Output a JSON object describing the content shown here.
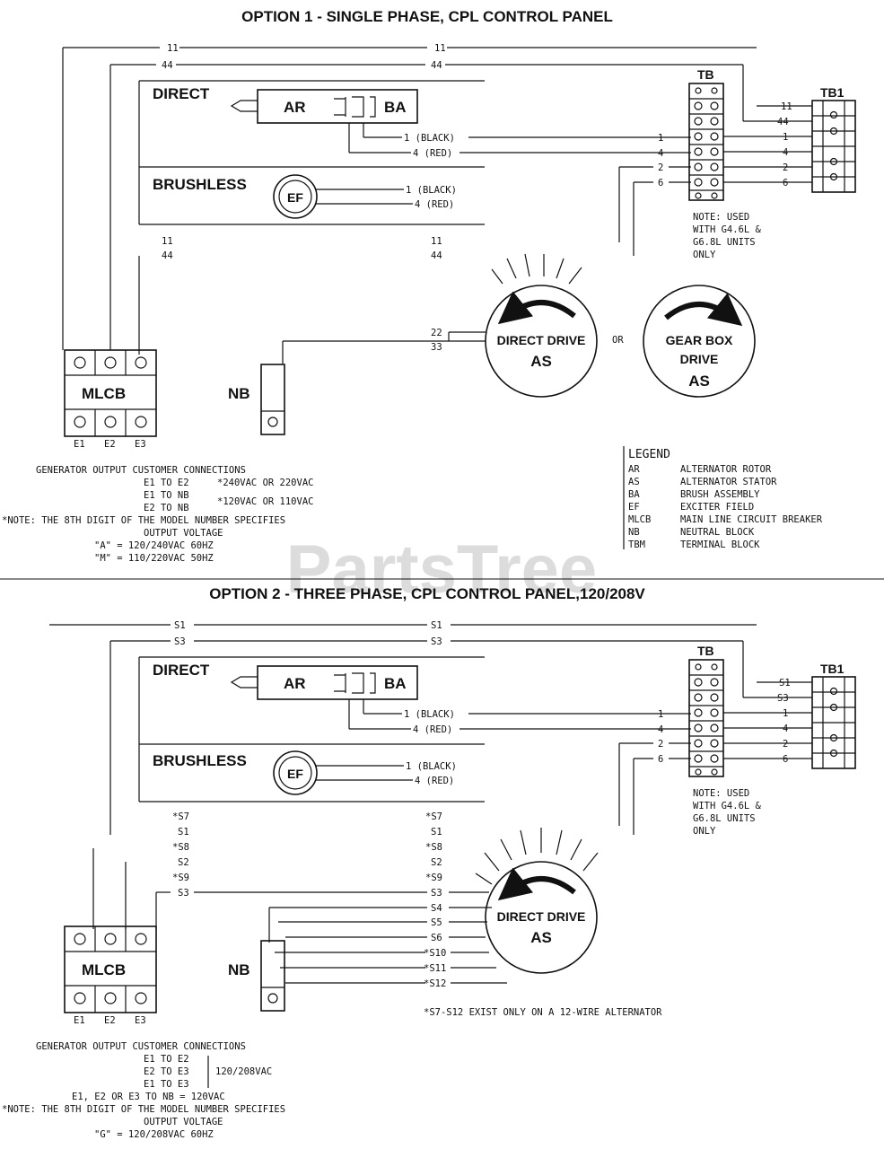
{
  "watermark": "PartsTree",
  "option1": {
    "title": "OPTION 1 - SINGLE PHASE, CPL CONTROL PANEL",
    "direct": "DIRECT",
    "brushless": "BRUSHLESS",
    "ar": "AR",
    "ba": "BA",
    "ef": "EF",
    "tb": "TB",
    "tb1": "TB1",
    "mlcb": "MLCB",
    "nb": "NB",
    "or": "OR",
    "direct_drive": "DIRECT DRIVE",
    "as": "AS",
    "gear_box": "GEAR BOX",
    "drive": "DRIVE",
    "as2": "AS",
    "top_wires": [
      "11",
      "44"
    ],
    "wires_left": [
      "11",
      "44"
    ],
    "wires_mid": [
      "11",
      "44"
    ],
    "wire_black": "1 (BLACK)",
    "wire_red": "4 (RED)",
    "wire_black_ef": "1 (BLACK)",
    "wire_red_ef": "4 (RED)",
    "stator_wires": [
      "22",
      "33"
    ],
    "tb_left_wires": [
      "1",
      "4",
      "2",
      "6"
    ],
    "tb1_wires": [
      "11",
      "44",
      "1",
      "4",
      "2",
      "6"
    ],
    "tb_note": [
      "NOTE: USED",
      "WITH G4.6L &",
      "G6.8L UNITS",
      "ONLY"
    ],
    "e_labels": [
      "E1",
      "E2",
      "E3"
    ],
    "legend_title": "LEGEND",
    "legend": [
      {
        "abbr": "AR",
        "desc": "ALTERNATOR ROTOR"
      },
      {
        "abbr": "AS",
        "desc": "ALTERNATOR STATOR"
      },
      {
        "abbr": "BA",
        "desc": "BRUSH ASSEMBLY"
      },
      {
        "abbr": "EF",
        "desc": "EXCITER FIELD"
      },
      {
        "abbr": "MLCB",
        "desc": "MAIN LINE CIRCUIT BREAKER"
      },
      {
        "abbr": "NB",
        "desc": "NEUTRAL BLOCK"
      },
      {
        "abbr": "TBM",
        "desc": "TERMINAL BLOCK"
      }
    ],
    "notes": [
      "GENERATOR OUTPUT CUSTOMER CONNECTIONS",
      "E1 TO E2",
      "E1 TO NB",
      "E2 TO NB",
      "*240VAC OR 220VAC",
      "*120VAC OR 110VAC",
      "*NOTE: THE 8TH DIGIT OF THE MODEL NUMBER SPECIFIES",
      "OUTPUT VOLTAGE",
      "\"A\" = 120/240VAC 60HZ",
      "\"M\" = 110/220VAC 50HZ"
    ]
  },
  "option2": {
    "title": "OPTION 2 - THREE PHASE, CPL CONTROL PANEL,120/208V",
    "direct": "DIRECT",
    "brushless": "BRUSHLESS",
    "ar": "AR",
    "ba": "BA",
    "ef": "EF",
    "tb": "TB",
    "tb1": "TB1",
    "mlcb": "MLCB",
    "nb": "NB",
    "direct_drive": "DIRECT DRIVE",
    "as": "AS",
    "top_wires": [
      "S1",
      "S3"
    ],
    "wire_black": "1 (BLACK)",
    "wire_red": "4 (RED)",
    "wire_black_ef": "1 (BLACK)",
    "wire_red_ef": "4 (RED)",
    "tb_left_wires": [
      "1",
      "4",
      "2",
      "6"
    ],
    "tb1_wires": [
      "S1",
      "S3",
      "1",
      "4",
      "2",
      "6"
    ],
    "tb_note": [
      "NOTE: USED",
      "WITH G4.6L &",
      "G6.8L UNITS",
      "ONLY"
    ],
    "wires_left": [
      "*S7",
      "S1",
      "*S8",
      "S2",
      "*S9",
      "S3"
    ],
    "wires_mid": [
      "*S7",
      "S1",
      "*S8",
      "S2",
      "*S9",
      "S3"
    ],
    "stator_wires": [
      "S4",
      "S5",
      "S6",
      "*S10",
      "*S11",
      "*S12"
    ],
    "e_labels": [
      "E1",
      "E2",
      "E3"
    ],
    "wire_note": "*S7-S12 EXIST ONLY ON A 12-WIRE ALTERNATOR",
    "notes": [
      "GENERATOR OUTPUT CUSTOMER CONNECTIONS",
      "E1 TO E2",
      "E2 TO E3",
      "E1 TO E3",
      "120/208VAC",
      "E1, E2 OR E3 TO NB = 120VAC",
      "*NOTE: THE 8TH DIGIT OF THE MODEL NUMBER SPECIFIES",
      "OUTPUT VOLTAGE",
      "\"G\" = 120/208VAC 60HZ"
    ]
  }
}
